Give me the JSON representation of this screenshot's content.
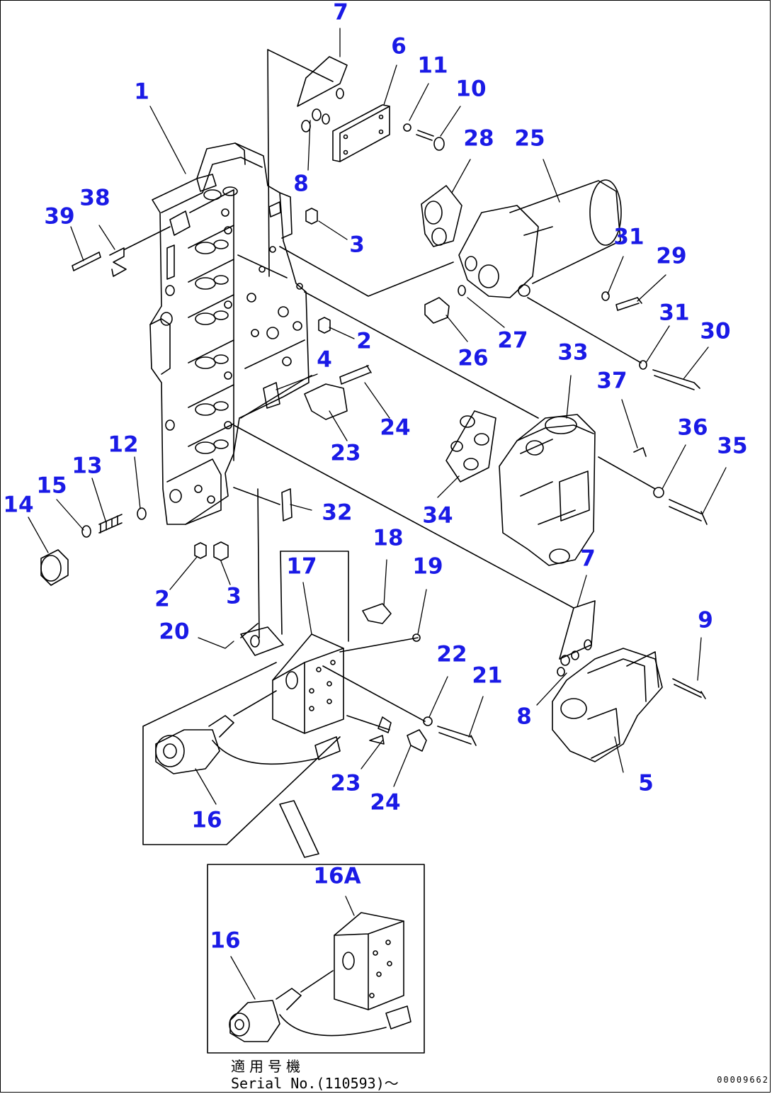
{
  "diagram": {
    "callouts": [
      {
        "id": "c1",
        "label": "1"
      },
      {
        "id": "c2a",
        "label": "2"
      },
      {
        "id": "c2b",
        "label": "2"
      },
      {
        "id": "c3a",
        "label": "3"
      },
      {
        "id": "c3b",
        "label": "3"
      },
      {
        "id": "c4",
        "label": "4"
      },
      {
        "id": "c5",
        "label": "5"
      },
      {
        "id": "c6",
        "label": "6"
      },
      {
        "id": "c7a",
        "label": "7"
      },
      {
        "id": "c7b",
        "label": "7"
      },
      {
        "id": "c8a",
        "label": "8"
      },
      {
        "id": "c8b",
        "label": "8"
      },
      {
        "id": "c9",
        "label": "9"
      },
      {
        "id": "c10",
        "label": "10"
      },
      {
        "id": "c11",
        "label": "11"
      },
      {
        "id": "c12",
        "label": "12"
      },
      {
        "id": "c13",
        "label": "13"
      },
      {
        "id": "c14",
        "label": "14"
      },
      {
        "id": "c15",
        "label": "15"
      },
      {
        "id": "c16a",
        "label": "16"
      },
      {
        "id": "c16b",
        "label": "16"
      },
      {
        "id": "c16A",
        "label": "16A"
      },
      {
        "id": "c17",
        "label": "17"
      },
      {
        "id": "c18",
        "label": "18"
      },
      {
        "id": "c19",
        "label": "19"
      },
      {
        "id": "c20",
        "label": "20"
      },
      {
        "id": "c21",
        "label": "21"
      },
      {
        "id": "c22",
        "label": "22"
      },
      {
        "id": "c23a",
        "label": "23"
      },
      {
        "id": "c23b",
        "label": "23"
      },
      {
        "id": "c24a",
        "label": "24"
      },
      {
        "id": "c24b",
        "label": "24"
      },
      {
        "id": "c25",
        "label": "25"
      },
      {
        "id": "c26",
        "label": "26"
      },
      {
        "id": "c27",
        "label": "27"
      },
      {
        "id": "c28",
        "label": "28"
      },
      {
        "id": "c29",
        "label": "29"
      },
      {
        "id": "c30",
        "label": "30"
      },
      {
        "id": "c31a",
        "label": "31"
      },
      {
        "id": "c31b",
        "label": "31"
      },
      {
        "id": "c32",
        "label": "32"
      },
      {
        "id": "c33",
        "label": "33"
      },
      {
        "id": "c34",
        "label": "34"
      },
      {
        "id": "c35",
        "label": "35"
      },
      {
        "id": "c36",
        "label": "36"
      },
      {
        "id": "c37",
        "label": "37"
      },
      {
        "id": "c38",
        "label": "38"
      },
      {
        "id": "c39",
        "label": "39"
      }
    ],
    "serial_note": {
      "line1": "適用号機",
      "line2": "Serial No.(110593)～"
    },
    "doc_id": "00009662",
    "colors": {
      "callout": "#1a1ae6",
      "line": "#000000",
      "background": "#ffffff"
    }
  }
}
